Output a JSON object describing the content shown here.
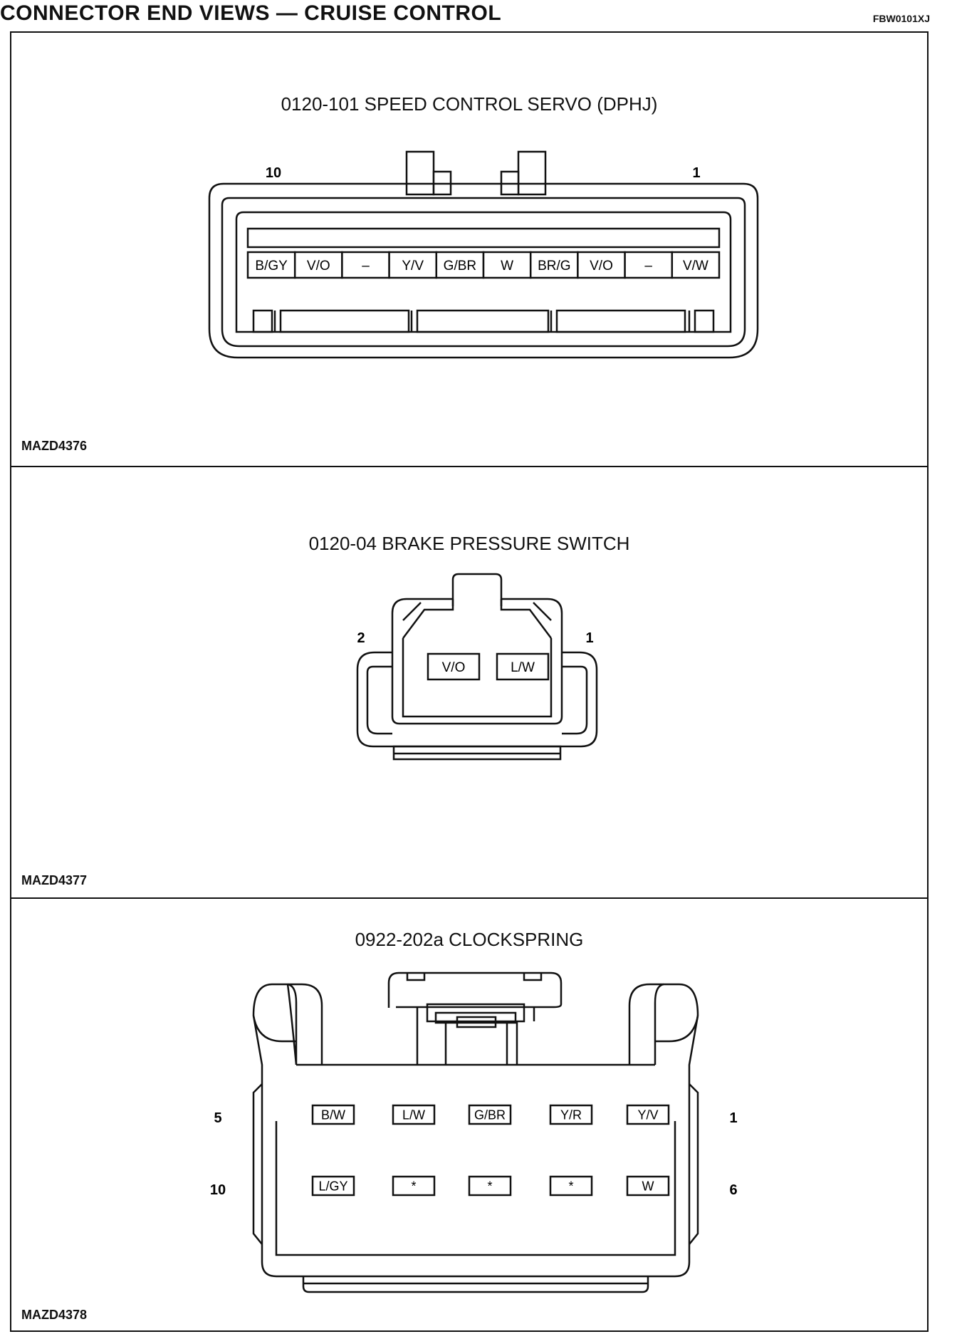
{
  "header": {
    "title": "CONNECTOR END VIEWS — CRUISE CONTROL",
    "code": "FBW0101XJ"
  },
  "servo": {
    "title": "0120-101 SPEED CONTROL SERVO (DPHJ)",
    "ref": "MAZD4376",
    "pin_left": "10",
    "pin_right": "1",
    "pins": [
      "B/GY",
      "V/O",
      "–",
      "Y/V",
      "G/BR",
      "W",
      "BR/G",
      "V/O",
      "–",
      "V/W"
    ]
  },
  "brake": {
    "title": "0120-04 BRAKE PRESSURE SWITCH",
    "ref": "MAZD4377",
    "pin_left": "2",
    "pin_right": "1",
    "pins": [
      "V/O",
      "L/W"
    ]
  },
  "clockspring": {
    "title": "0922-202a CLOCKSPRING",
    "ref": "MAZD4378",
    "row1_left": "5",
    "row1_right": "1",
    "row2_left": "10",
    "row2_right": "6",
    "row1": [
      "B/W",
      "L/W",
      "G/BR",
      "Y/R",
      "Y/V"
    ],
    "row2": [
      "L/GY",
      "*",
      "*",
      "*",
      "W"
    ]
  }
}
